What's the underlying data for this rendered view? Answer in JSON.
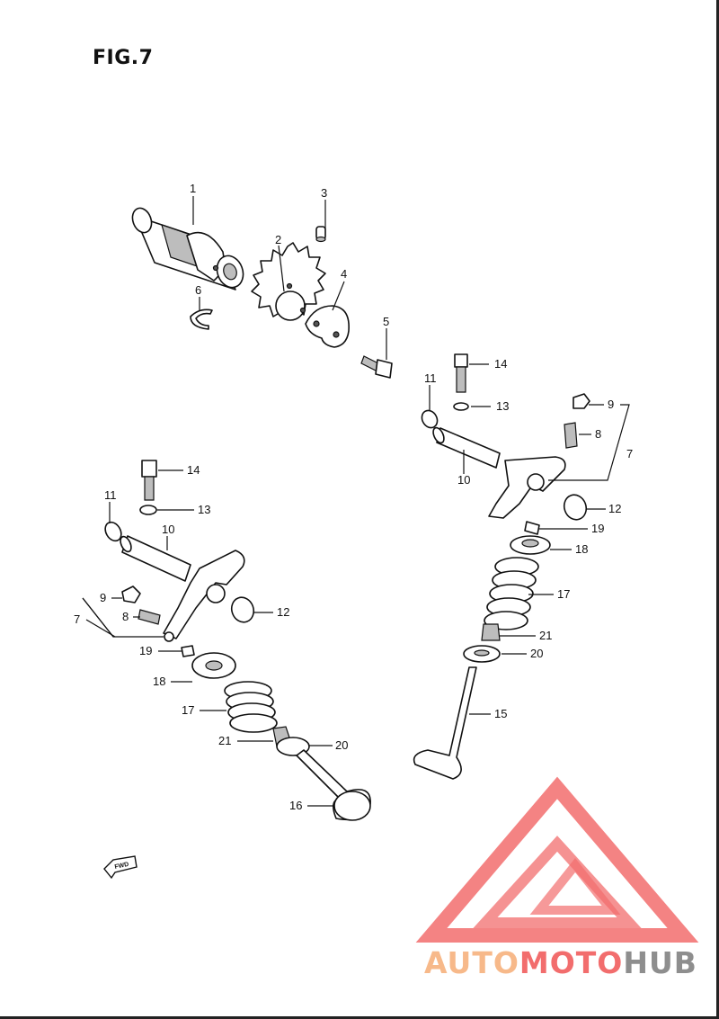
{
  "figure": {
    "title": "FIG.7"
  },
  "labels": [
    {
      "id": "l1",
      "text": "1"
    },
    {
      "id": "l2",
      "text": "2"
    },
    {
      "id": "l3",
      "text": "3"
    },
    {
      "id": "l4",
      "text": "4"
    },
    {
      "id": "l5",
      "text": "5"
    },
    {
      "id": "l6",
      "text": "6"
    },
    {
      "id": "r14",
      "text": "14"
    },
    {
      "id": "r11",
      "text": "11"
    },
    {
      "id": "r13",
      "text": "13"
    },
    {
      "id": "r9",
      "text": "9"
    },
    {
      "id": "r8",
      "text": "8"
    },
    {
      "id": "r7",
      "text": "7"
    },
    {
      "id": "r10",
      "text": "10"
    },
    {
      "id": "r12",
      "text": "12"
    },
    {
      "id": "r19",
      "text": "19"
    },
    {
      "id": "r18",
      "text": "18"
    },
    {
      "id": "r17",
      "text": "17"
    },
    {
      "id": "r21",
      "text": "21"
    },
    {
      "id": "r20",
      "text": "20"
    },
    {
      "id": "r15",
      "text": "15"
    },
    {
      "id": "x14",
      "text": "14"
    },
    {
      "id": "x13",
      "text": "13"
    },
    {
      "id": "x11",
      "text": "11"
    },
    {
      "id": "x10",
      "text": "10"
    },
    {
      "id": "x9",
      "text": "9"
    },
    {
      "id": "x8",
      "text": "8"
    },
    {
      "id": "x7",
      "text": "7"
    },
    {
      "id": "x12",
      "text": "12"
    },
    {
      "id": "x19",
      "text": "19"
    },
    {
      "id": "x18",
      "text": "18"
    },
    {
      "id": "x17",
      "text": "17"
    },
    {
      "id": "x21",
      "text": "21"
    },
    {
      "id": "x20",
      "text": "20"
    },
    {
      "id": "x16",
      "text": "16"
    }
  ],
  "direction_marker": {
    "text": "FWD"
  },
  "watermark": {
    "part1": "AUTO",
    "part2": "MOTO",
    "part3": "HUB",
    "color_light": "#f7b98a",
    "color_red": "#f26d6d",
    "color_gray": "#8e8e8e"
  }
}
